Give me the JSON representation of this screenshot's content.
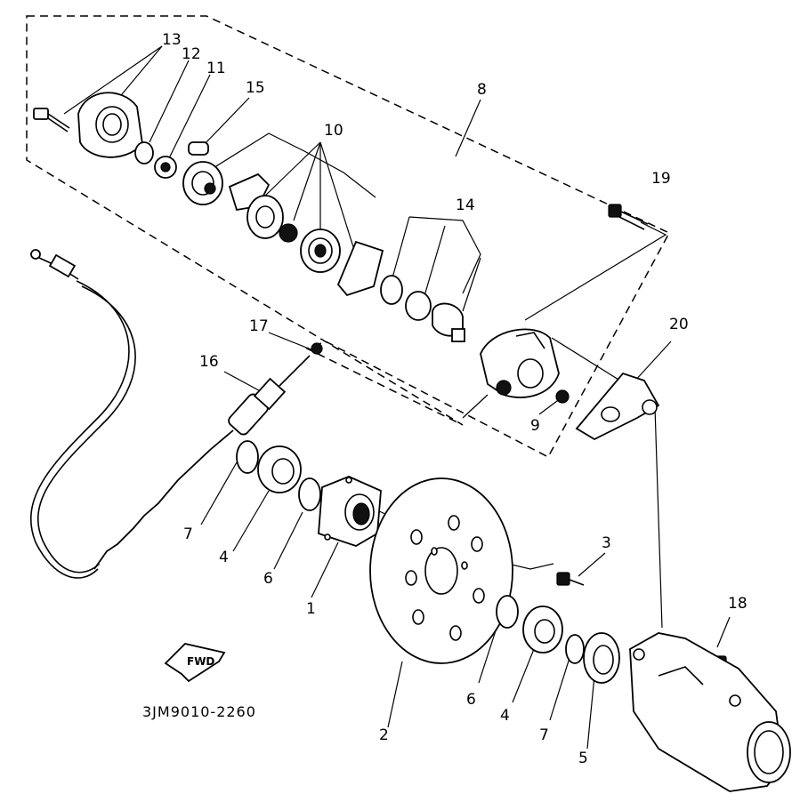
{
  "diagram": {
    "drawing_code": "3JM9010-2260",
    "direction_badge": "FWD",
    "callouts": {
      "c13": "13",
      "c12": "12",
      "c11": "11",
      "c15": "15",
      "c10": "10",
      "c8": "8",
      "c14": "14",
      "c19": "19",
      "c17": "17",
      "c16": "16",
      "c20": "20",
      "c9": "9",
      "c3": "3",
      "c18": "18",
      "c1": "1",
      "c2": "2",
      "c7a": "7",
      "c4a": "4",
      "c6a": "6",
      "c6b": "6",
      "c4b": "4",
      "c7b": "7",
      "c5": "5"
    }
  }
}
